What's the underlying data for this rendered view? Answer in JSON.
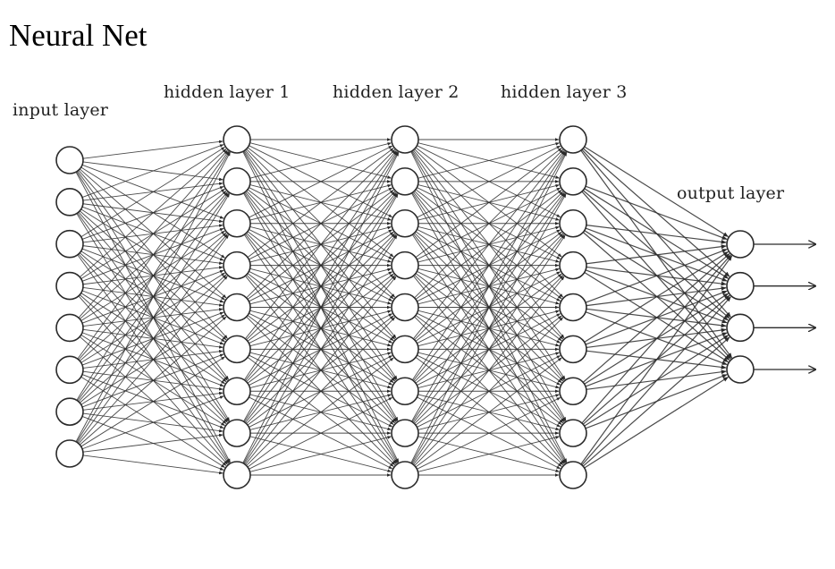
{
  "title": "Neural Net",
  "diagram": {
    "type": "feedforward-neural-network",
    "layers": [
      {
        "label": "input layer",
        "nodes": 8
      },
      {
        "label": "hidden layer 1",
        "nodes": 9
      },
      {
        "label": "hidden layer 2",
        "nodes": 9
      },
      {
        "label": "hidden layer 3",
        "nodes": 9
      },
      {
        "label": "output layer",
        "nodes": 4
      }
    ],
    "connections": "fully-connected",
    "outputs_have_arrows": true
  },
  "colors": {
    "stroke": "#2a2a2a",
    "node_fill": "#ffffff",
    "background": "#ffffff"
  }
}
